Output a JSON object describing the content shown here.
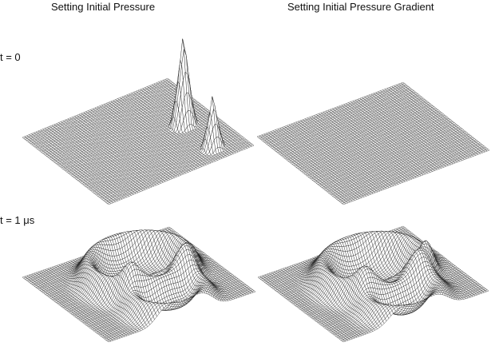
{
  "columns": {
    "left": "Setting Initial Pressure",
    "right": "Setting Initial Pressure Gradient"
  },
  "rows": {
    "top": "t = 0",
    "bottom": "t = 1 μs"
  }
}
